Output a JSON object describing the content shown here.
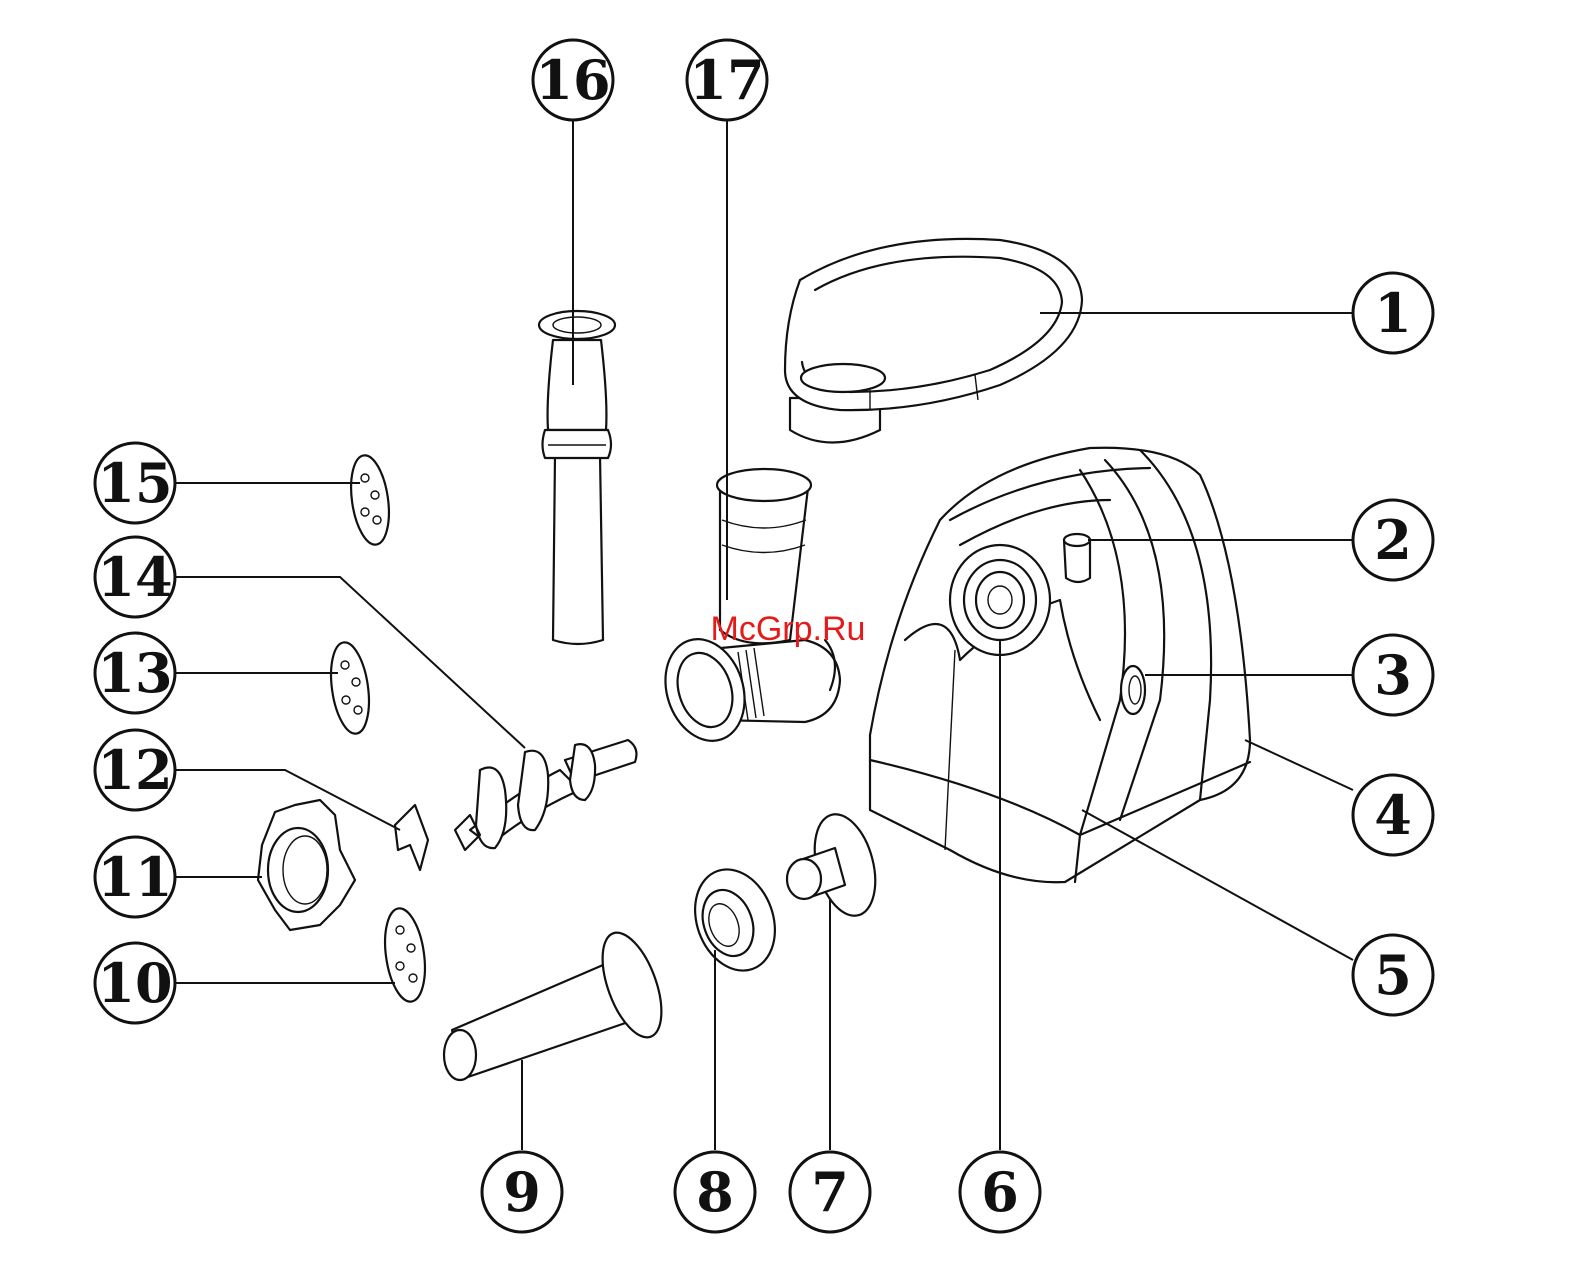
{
  "watermark": "McGrp.Ru",
  "callouts": [
    {
      "number": "1"
    },
    {
      "number": "2"
    },
    {
      "number": "3"
    },
    {
      "number": "4"
    },
    {
      "number": "5"
    },
    {
      "number": "6"
    },
    {
      "number": "7"
    },
    {
      "number": "8"
    },
    {
      "number": "9"
    },
    {
      "number": "10"
    },
    {
      "number": "11"
    },
    {
      "number": "12"
    },
    {
      "number": "13"
    },
    {
      "number": "14"
    },
    {
      "number": "15"
    },
    {
      "number": "16"
    },
    {
      "number": "17"
    }
  ],
  "colors": {
    "line": "#111111",
    "background": "#ffffff",
    "watermark": "#e31b1b"
  }
}
